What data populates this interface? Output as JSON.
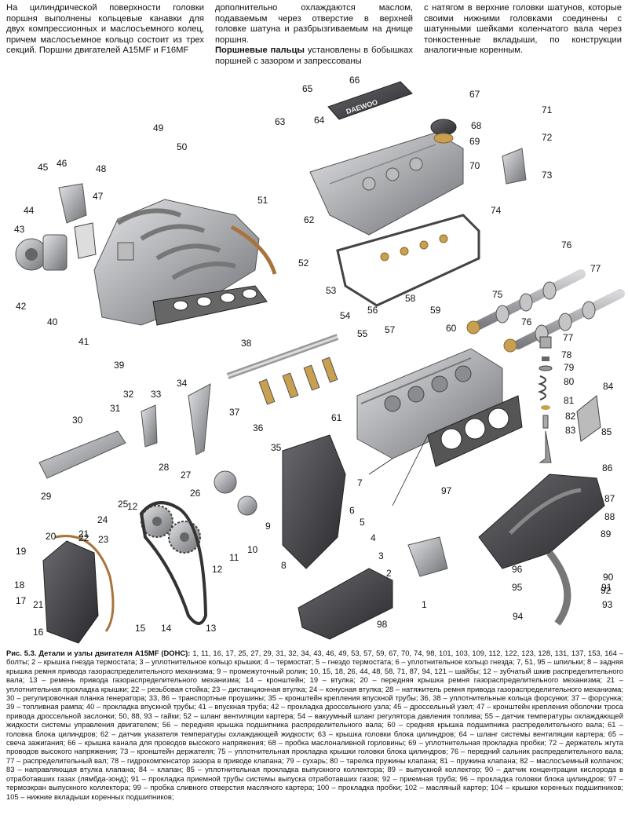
{
  "text": {
    "col1": "На цилиндрической поверхности головки поршня выполнены кольцевые канавки для двух компрессионных и маслосъемного колец, причем маслосъемное кольцо состоит из трех секций. Поршни двигателей A15MF и F16MF",
    "col2a": "дополнительно охлаждаются маслом, подаваемым через отверстие в верхней головке шатуна и разбрызгиваемым на днище поршня.",
    "col2b_bold": "Поршневые пальцы",
    "col2b_rest": " установлены в бобышках поршней с зазором и запрессованы",
    "col3": "с натягом в верхние головки шатунов, которые своими нижними головками соединены с шатунными шейками коленчатого вала через тонкостенные вкладыши, по конструкции аналогичные коренным."
  },
  "figure": {
    "brand_text": "DAEWOO",
    "labels": [
      "1",
      "2",
      "3",
      "4",
      "5",
      "6",
      "7",
      "8",
      "9",
      "10",
      "11",
      "12",
      "12",
      "13",
      "14",
      "15",
      "16",
      "17",
      "18",
      "19",
      "20",
      "21",
      "21",
      "22",
      "23",
      "24",
      "25",
      "26",
      "27",
      "28",
      "29",
      "30",
      "31",
      "32",
      "33",
      "34",
      "35",
      "36",
      "37",
      "38",
      "39",
      "40",
      "41",
      "42",
      "43",
      "44",
      "45",
      "46",
      "47",
      "48",
      "49",
      "50",
      "51",
      "52",
      "53",
      "54",
      "55",
      "56",
      "57",
      "58",
      "59",
      "60",
      "61",
      "62",
      "63",
      "64",
      "65",
      "66",
      "67",
      "68",
      "69",
      "70",
      "71",
      "72",
      "73",
      "74",
      "75",
      "76",
      "76",
      "77",
      "77",
      "78",
      "79",
      "80",
      "81",
      "82",
      "83",
      "84",
      "85",
      "86",
      "87",
      "88",
      "89",
      "90",
      "91",
      "92",
      "93",
      "94",
      "95",
      "96",
      "97",
      "98"
    ]
  },
  "caption": {
    "title": "Рис. 5.3. Детали и узлы двигателя A15MF (DOHC):",
    "body": " 1, 11, 16, 17, 25, 27, 29, 31, 32, 34, 43, 46, 49, 53, 57, 59, 67, 70, 74, 98, 101, 103, 109, 112, 122, 123, 128, 131, 137, 153, 164 – болты; 2 – крышка гнезда термостата; 3 – уплотнительное кольцо крышки; 4 – термостат; 5 – гнездо термостата; 6 – уплотнительное кольцо гнезда; 7, 51, 95 – шпильки; 8 – задняя крышка ремня привода газораспределительного механизма; 9 – промежуточный ролик; 10, 15, 18, 26, 44, 48, 58, 71, 87, 94, 121 – шайбы; 12 – зубчатый шкив распределительного вала; 13 – ремень привода газораспределительного механизма; 14 – кронштейн; 19 – втулка; 20 – передняя крышка ремня газораспределительного механизма; 21 – уплотнительная прокладка крышки; 22 – резьбовая стойка; 23 – дистанционная втулка; 24 – конусная втулка; 28 – натяжитель ремня привода газораспределительного механизма; 30 – регулировочная планка генератора; 33, 86 – транспортные проушины; 35 – кронштейн крепления впускной трубы; 36, 38 – уплотнительные кольца форсунки; 37 – форсунка; 39 – топливная рампа; 40 – прокладка впускной трубы; 41 – впускная труба; 42 – прокладка дроссельного узла; 45 – дроссельный узел; 47 – кронштейн крепления оболочки троса привода дроссельной заслонки; 50, 88, 93 – гайки; 52 – шланг вентиляции картера; 54 – вакуумный шланг регулятора давления топлива; 55 – датчик температуры охлаждающей жидкости системы управления двигателем; 56 – передняя крышка подшипника распределительного вала; 60 – средняя крышка подшипника распределительного вала; 61 – головка блока цилиндров; 62 – датчик указателя температуры охлаждающей жидкости; 63 – крышка головки блока цилиндров; 64 – шланг системы вентиляции картера; 65 – свеча зажигания; 66 – крышка канала для проводов высокого напряжения; 68 – пробка маслоналивной горловины; 69 – уплотнительная прокладка пробки; 72 – держатель жгута проводов высокого напряжения; 73 – кронштейн держателя; 75 – уплотнительная прокладка крышки головки блока цилиндров; 76 – передний сальник распределительного вала; 77 – распределительный вал; 78 – гидрокомпенсатор зазора в приводе клапана; 79 – сухарь; 80 – тарелка пружины клапана; 81 – пружина клапана; 82 – маслосъемный колпачок; 83 – направляющая втулка клапана; 84 – клапан; 85 – уплотнительная прокладка выпускного коллектора; 89 – выпускной коллектор; 90 – датчик концентрации кислорода в отработавших газах (лямбда-зонд); 91 – прокладка приемной трубы системы выпуска отработавших газов; 92 – приемная труба; 96 – прокладка головки блока цилиндров; 97 – термоэкран выпускного коллектора; 99 – пробка сливного отверстия масляного картера; 100 – прокладка пробки; 102 – масляный картер; 104 – крышки коренных подшипников; 105 – нижние вкладыши коренных подшипников;"
  }
}
